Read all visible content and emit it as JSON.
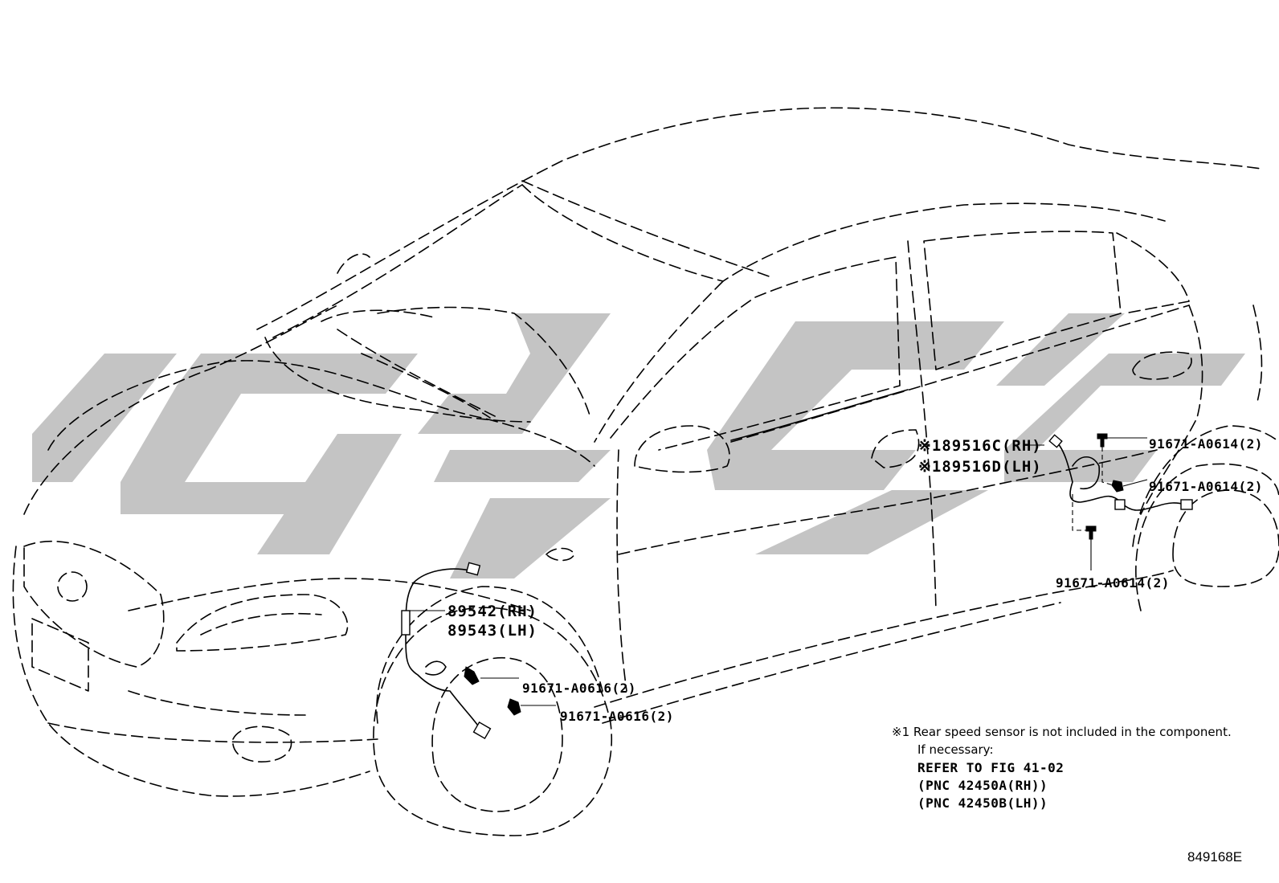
{
  "callouts": {
    "rear_sensor_rh": "※189516C(RH)",
    "rear_sensor_lh": "※189516D(LH)",
    "front_sensor_rh": "89542(RH)",
    "front_sensor_lh": "89543(LH)",
    "front_bolt_upper": "91671-A0616(2)",
    "front_bolt_lower": "91671-A0616(2)",
    "rear_bolt_top": "91671-A0614(2)",
    "rear_bolt_middle": "91671-A0614(2)",
    "rear_bolt_bottom": "91671-A0614(2)"
  },
  "footnote": {
    "line1": "※1 Rear speed sensor is not included in the component.",
    "line2": "If necessary:",
    "line3": "REFER TO FIG 41-02",
    "line4": "(PNC 42450A(RH))",
    "line5": "(PNC 42450B(LH))"
  },
  "figure_number": "849168E",
  "colors": {
    "line": "#000000",
    "watermark": "#c4c4c4",
    "background": "#ffffff"
  }
}
